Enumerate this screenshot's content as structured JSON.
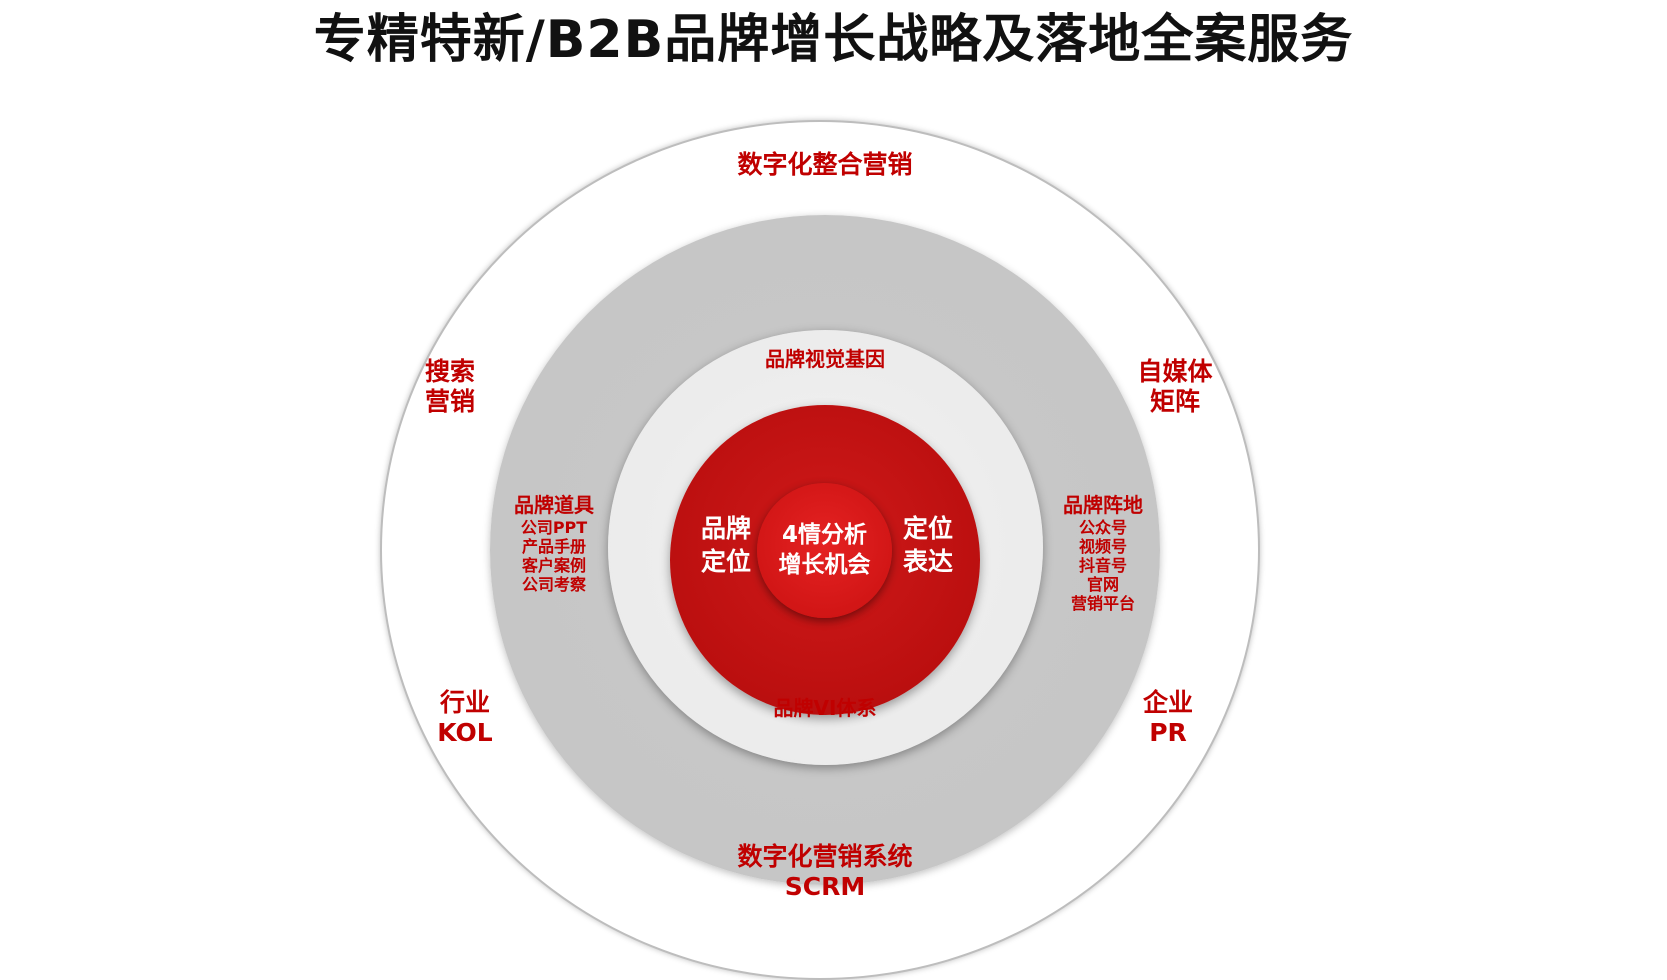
{
  "title": "专精特新/B2B品牌增长战略及落地全案服务",
  "outer_ring": {
    "top": "数字化整合营销",
    "left_top": [
      "搜索",
      "营销"
    ],
    "right_top": [
      "自媒体",
      "矩阵"
    ],
    "left_bottom": [
      "行业",
      "KOL"
    ],
    "right_bottom": [
      "企业",
      "PR"
    ],
    "bottom": [
      "数字化营销系统",
      "SCRM"
    ]
  },
  "gray_ring": {
    "left": {
      "title": "品牌道具",
      "items": [
        "公司PPT",
        "产品手册",
        "客户案例",
        "公司考察"
      ]
    },
    "right": {
      "title": "品牌阵地",
      "items": [
        "公众号",
        "视频号",
        "抖音号",
        "官网",
        "营销平台"
      ]
    }
  },
  "light_ring": {
    "top": "品牌视觉基因",
    "bottom": "品牌VI体系"
  },
  "red_ring": {
    "left": [
      "品牌",
      "定位"
    ],
    "right": [
      "定位",
      "表达"
    ]
  },
  "core": [
    "4情分析",
    "增长机会"
  ],
  "colors": {
    "accent_red": "#c00000",
    "inner_red": "#bb0f0f",
    "gray": "#c6c6c6",
    "light_gray": "#ebebeb"
  }
}
